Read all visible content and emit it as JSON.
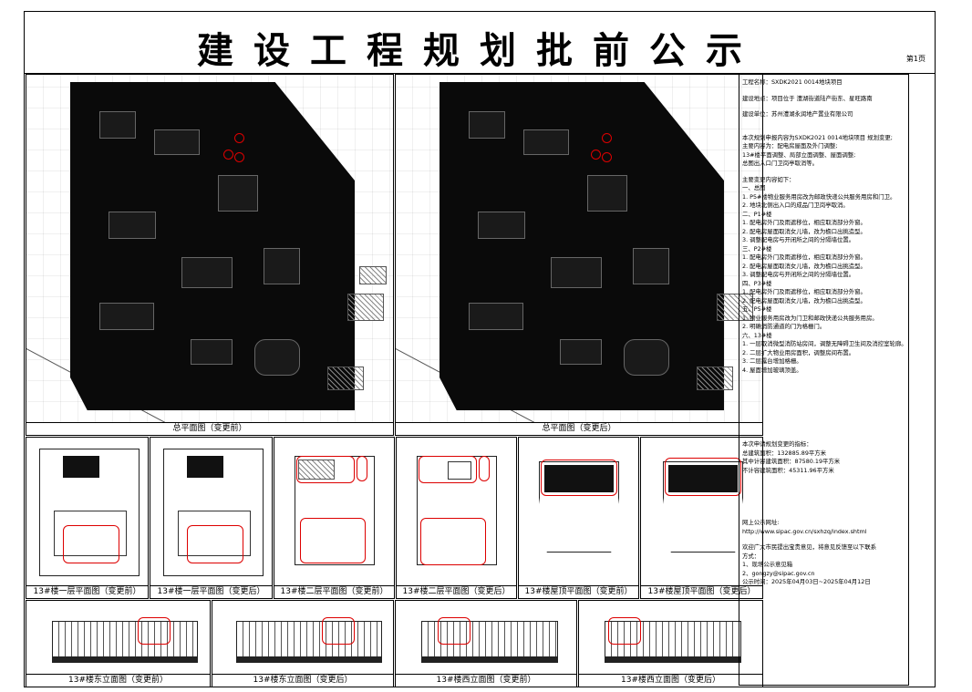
{
  "title": "建设工程规划批前公示",
  "page_no": "第1页",
  "panels": {
    "site_before": "总平面图（变更前）",
    "site_after": "总平面图（变更后）",
    "fp1": "13#楼一层平面图（变更前）",
    "fp2": "13#楼一层平面图（变更后）",
    "fp3": "13#楼二层平面图（变更前）",
    "fp4": "13#楼二层平面图（变更后）",
    "fp5": "13#楼屋顶平面图（变更前）",
    "fp6": "13#楼屋顶平面图（变更后）",
    "el1": "13#楼东立面图（变更前）",
    "el2": "13#楼东立面图（变更后）",
    "el3": "13#楼西立面图（变更前）",
    "el4": "13#楼西立面图（变更后）"
  },
  "info": {
    "project": "工程名称：SXDK2021 0014地块项目",
    "location": "建设地点：项目位于 澧湖街道陆产街东、星旺路南",
    "unit": "建设单位：苏州澧湖永润地产置业有限公司",
    "intro": [
      "本次规划申报内容为SXDK2021 0014地块项目 规划变更;",
      "主要内容为：配电房屋面及外门调整;",
      "13#楼平面调整、局部立面调整、屋面调整;",
      "总图出入口门卫岗亭取消等。"
    ],
    "changes": [
      "主要变更内容如下：",
      "一、总图",
      "1. P5#楼物业服务用房改为邮政快递公共服务用房和门卫。",
      "2. 地块北侧出入口的成品门卫岗亭取消。",
      "二、P1#楼",
      "1. 配电房外门及雨遮移位，相应取消部分外窗。",
      "2. 配电房屋面取消女儿墙，改为檐口出挑造型。",
      "3. 调整配电房与开闭所之间的分隔墙位置。",
      "三、P2#楼",
      "1. 配电房外门及雨遮移位，相应取消部分外窗。",
      "2. 配电房屋面取消女儿墙，改为檐口出挑造型。",
      "3. 调整配电房与开闭所之间的分隔墙位置。",
      "四、P3#楼",
      "1. 配电房外门及雨遮移位，相应取消部分外窗。",
      "2. 配电房屋面取消女儿墙，改为檐口出挑造型。",
      "五、P5#楼",
      "1. 物业服务用房改为门卫和邮政快递公共服务用房。",
      "2. 明确消防通道的门为格栅门。",
      "六、13#楼",
      "1. 一层取消微型消防站房间，调整无障碍卫生间及消控室轮廓。",
      "2. 二层扩大物业用房面积，调整房间布置。",
      "3. 二层露台增加格栅。",
      "4. 屋面增加玻璃顶盖。"
    ],
    "indicators": [
      "本次申请规划变更的指标：",
      "总建筑面积：132885.89平方米",
      "其中计容建筑面积：87580.19平方米",
      "不计容建筑面积：45311.96平方米"
    ],
    "web": [
      "网上公示网址:",
      "http://www.sipac.gov.cn/sxhzq/index.shtml"
    ],
    "contact": [
      "欢迎广大市民提出宝贵意见，将意见反馈至以下联系",
      "方式：",
      "1、现场公示意见箱",
      "2、gongzy@sipac.gov.cn",
      "公示时间：2025年04月03日~2025年04月12日"
    ]
  }
}
